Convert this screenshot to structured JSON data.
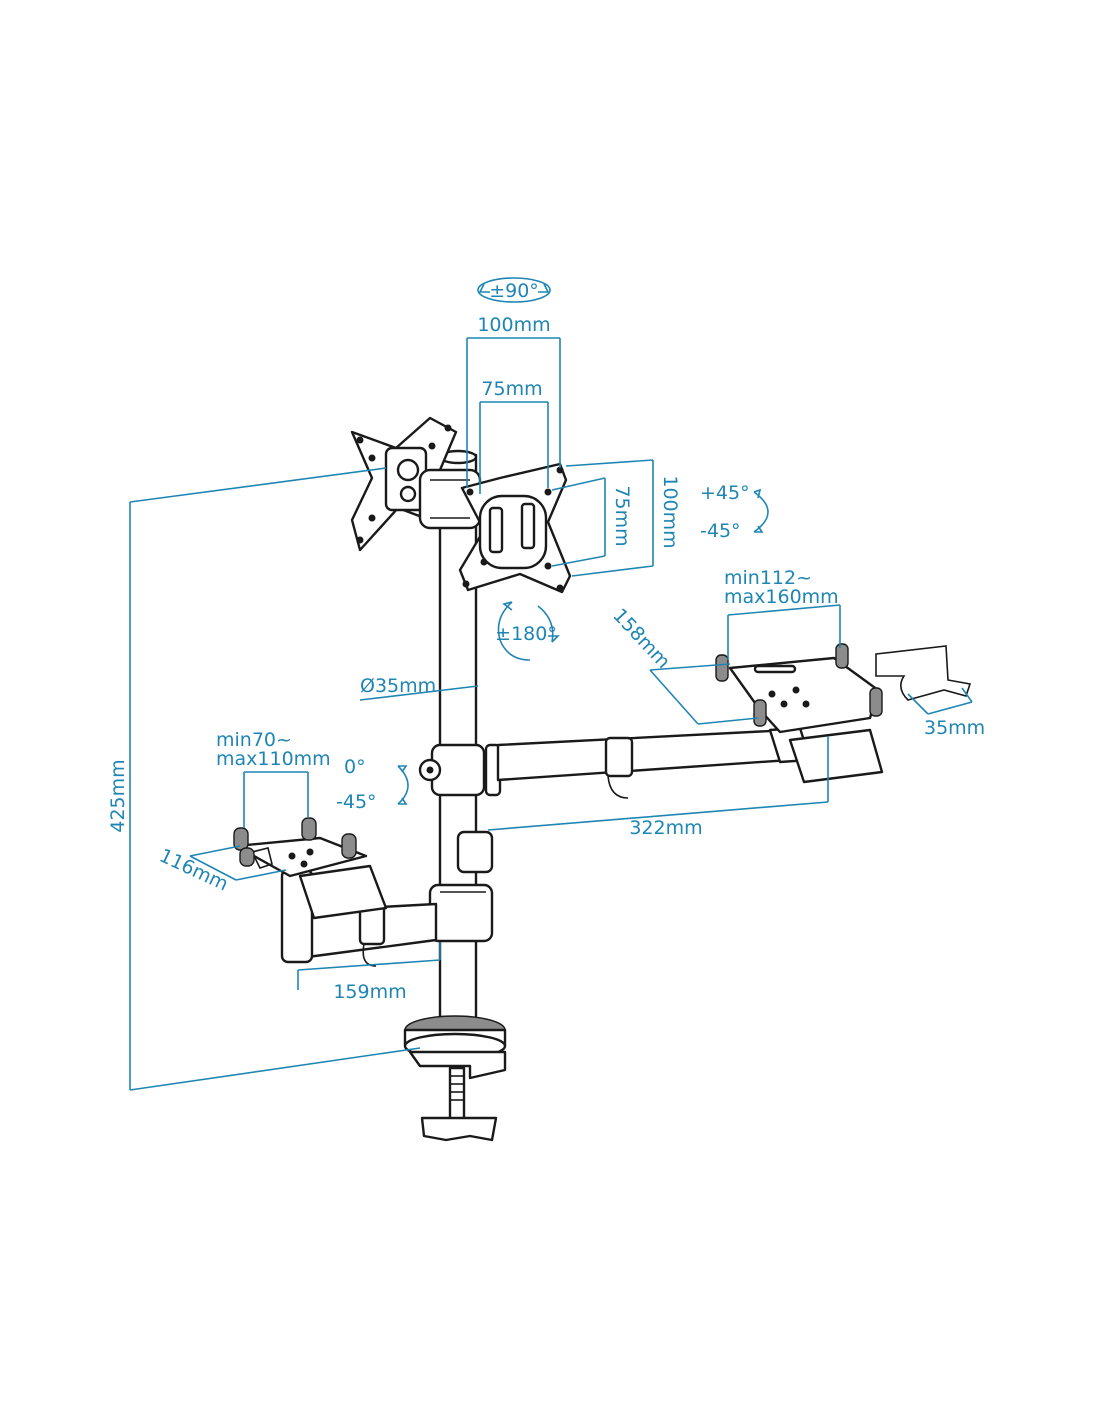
{
  "labels": {
    "rot_pm90": "±90°",
    "vesa_100_top": "100mm",
    "vesa_75_top": "75mm",
    "vesa_75_side": "75mm",
    "vesa_100_side": "100mm",
    "tilt_plus": "+45°",
    "tilt_minus": "-45°",
    "rot_pm180": "±180°",
    "pole_diameter": "Ø35mm",
    "height_425": "425mm",
    "laptop_width": "min112~\nmax160mm",
    "laptop_width_l1": "min112~",
    "laptop_width_l2": "max160mm",
    "laptop_depth": "158mm",
    "laptop_hook": "35mm",
    "arm_322": "322mm",
    "cpu_width_l1": "min70~",
    "cpu_width_l2": "max110mm",
    "cpu_tilt_0": "0°",
    "cpu_tilt_minus": "-45°",
    "cpu_depth": "116mm",
    "arm_159": "159mm"
  },
  "colors": {
    "dimension": "#1f86b4",
    "outline": "#1a1a1a",
    "background": "#ffffff"
  }
}
